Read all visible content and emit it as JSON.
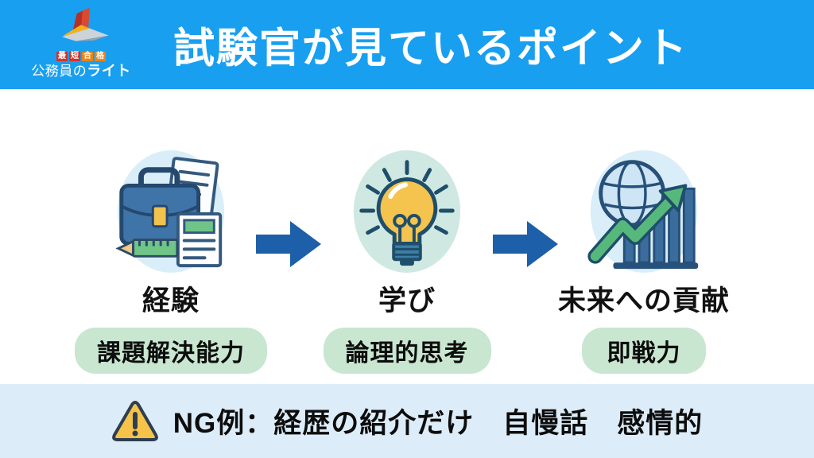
{
  "header": {
    "title": "試験官が見ているポイント",
    "logo": {
      "badges": [
        {
          "char": "最",
          "bg": "#d6332a"
        },
        {
          "char": "短",
          "bg": "#d6332a"
        },
        {
          "char": "合",
          "bg": "#e8851c"
        },
        {
          "char": "格",
          "bg": "#e8851c"
        }
      ],
      "brand_prefix": "公務員の",
      "brand_bold": "ライト"
    }
  },
  "steps": [
    {
      "label": "経験",
      "tag": "課題解決能力",
      "icon": "briefcase-documents-icon"
    },
    {
      "label": "学び",
      "tag": "論理的思考",
      "icon": "lightbulb-icon"
    },
    {
      "label": "未来への貢献",
      "tag": "即戦力",
      "icon": "globe-growth-chart-icon"
    }
  ],
  "footer": {
    "warning_icon": "warning-triangle-icon",
    "ng_text": "NG例：経歴の紹介だけ　自慢話　感情的"
  },
  "colors": {
    "header_bg": "#189ff0",
    "arrow_blue": "#1d5fa8",
    "pill_green": "#c8e6d0",
    "footer_bg": "#dcecf8",
    "icon_circle_blue": "#d9eef8",
    "icon_circle_mint": "#cfe9e2",
    "icon_outline_navy": "#24486e",
    "bulb_yellow": "#f5c44e",
    "growth_green": "#57b87b",
    "warning_yellow": "#f6c34a"
  }
}
